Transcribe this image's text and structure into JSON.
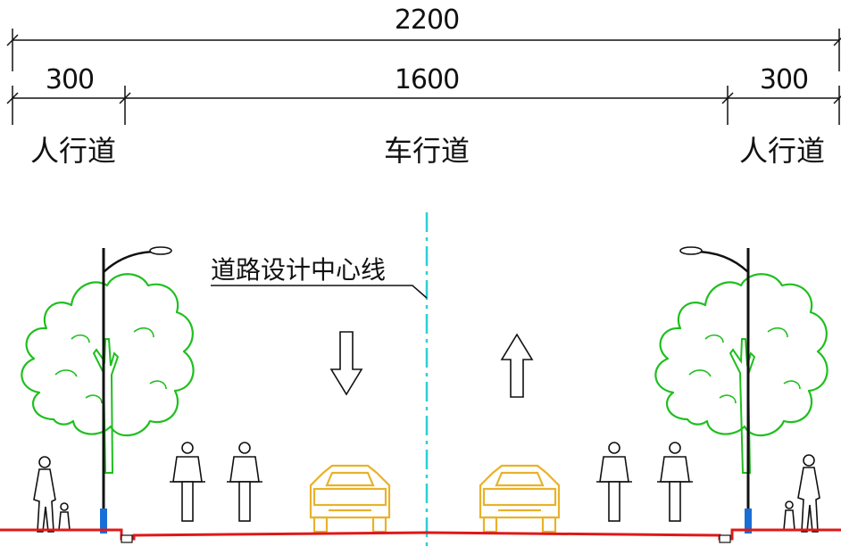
{
  "dimensions": {
    "total": "2200",
    "left_sidewalk": "300",
    "carriageway": "1600",
    "right_sidewalk": "300"
  },
  "zones": {
    "left": "人行道",
    "center": "车行道",
    "right": "人行道"
  },
  "centerline_label": "道路设计中心线",
  "colors": {
    "line": "#111111",
    "tree": "#1fbf1f",
    "car": "#e8b22a",
    "centerline": "#2ad1d8",
    "road_surface": "#e01818",
    "pole_base": "#1a6fd6"
  },
  "icons": {
    "direction_left": "arrow-down-icon",
    "direction_right": "arrow-up-icon"
  }
}
